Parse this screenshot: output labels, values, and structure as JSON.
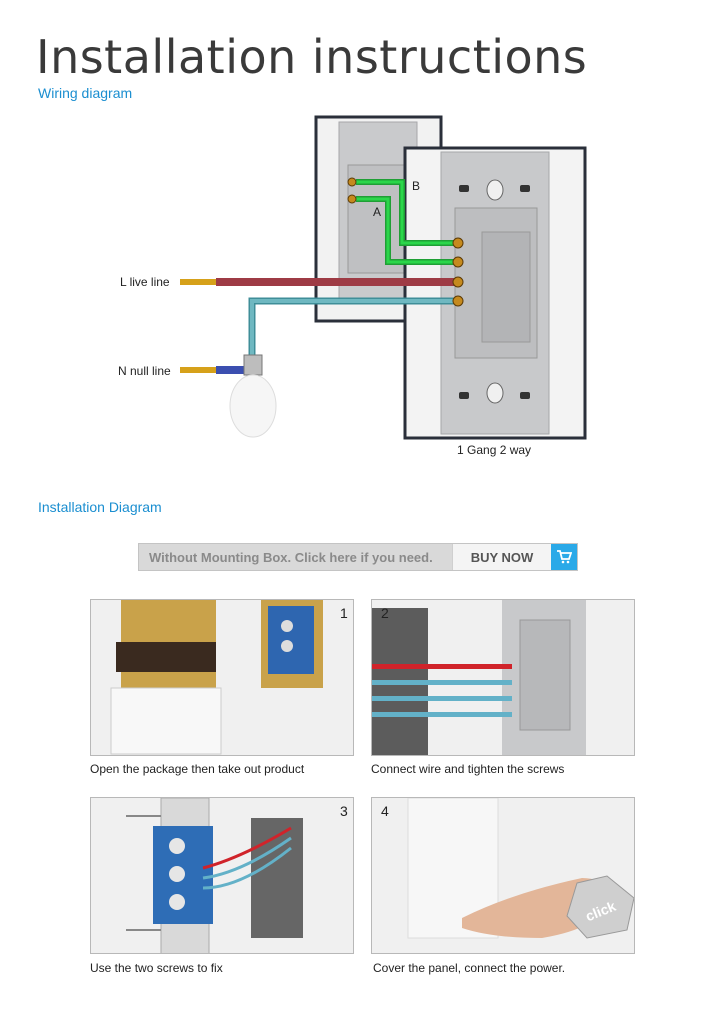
{
  "header": {
    "title": "Installation instructions",
    "subtitle": "Wiring diagram"
  },
  "wiring": {
    "label_live": "L live line",
    "label_null": "N null line",
    "label_a": "A",
    "label_b": "B",
    "caption": "1 Gang 2 way",
    "colors": {
      "live": "#9e3b45",
      "neutral": "#5aa4ad",
      "traveler": "#2bd64a",
      "frame": "#2a2f3a"
    }
  },
  "install": {
    "heading": "Installation Diagram",
    "buy_bar_text": "Without Mounting Box. Click here if you need.",
    "buy_now_label": "BUY NOW",
    "cart_icon": "shopping-cart-icon"
  },
  "steps": [
    {
      "number": "1",
      "caption": "Open the package then take out product"
    },
    {
      "number": "2",
      "caption": "Connect wire and tighten the screws"
    },
    {
      "number": "3",
      "caption": "Use the two screws to fix"
    },
    {
      "number": "4",
      "caption": "Cover the panel, connect the power."
    }
  ],
  "click_badge": "click"
}
